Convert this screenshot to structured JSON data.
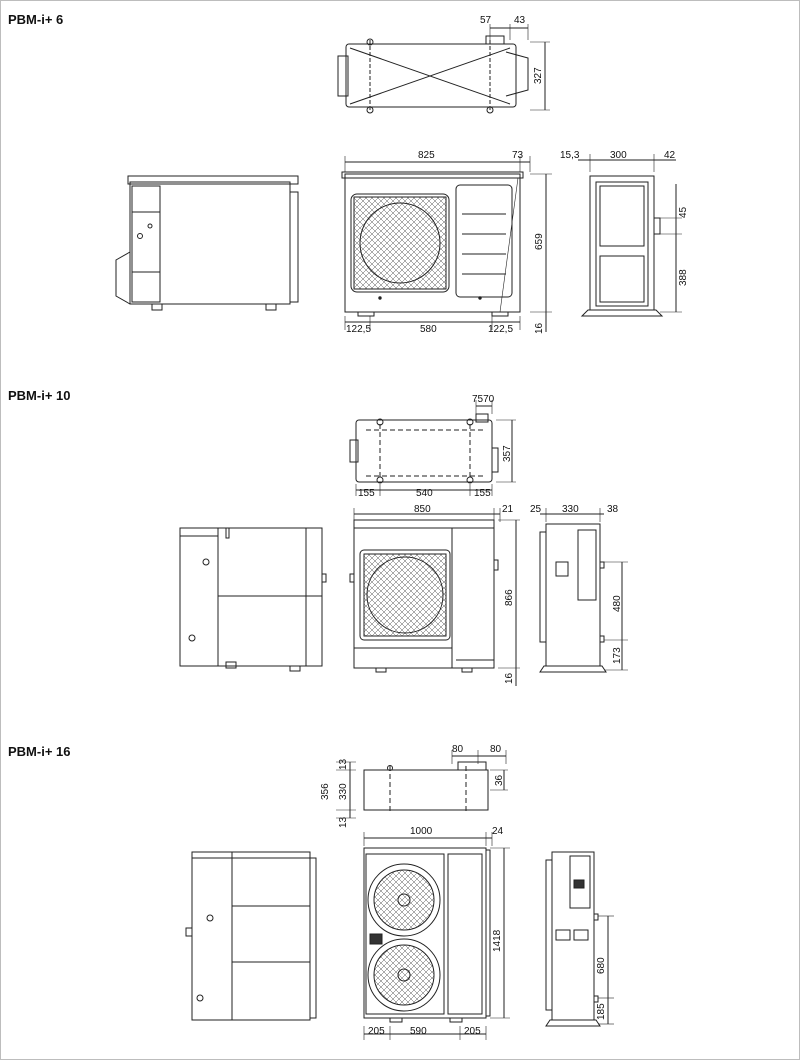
{
  "sections": [
    {
      "title": "PBM-i+ 6"
    },
    {
      "title": "PBM-i+ 10"
    },
    {
      "title": "PBM-i+ 16"
    }
  ],
  "dims": {
    "s1": {
      "top_57": "57",
      "top_43": "43",
      "top_depth": "327",
      "front_width": "825",
      "front_73": "73",
      "front_height": "659",
      "front_bl": "122,5",
      "front_mid": "580",
      "front_br": "122,5",
      "front_foot": "16",
      "side_153": "15,3",
      "side_300": "300",
      "side_42": "42",
      "side_45": "45",
      "side_388": "388"
    },
    "s2": {
      "top_7570": "7570",
      "top_depth": "357",
      "top_l": "155",
      "top_mid": "540",
      "top_r": "155",
      "front_width": "850",
      "front_21": "21",
      "front_height": "866",
      "front_foot": "16",
      "side_25": "25",
      "side_330": "330",
      "side_38": "38",
      "side_480": "480",
      "side_173": "173"
    },
    "s3": {
      "top_80a": "80",
      "top_80b": "80",
      "top_13a": "13",
      "top_356": "356",
      "top_330": "330",
      "top_13b": "13",
      "top_36": "36",
      "front_width": "1000",
      "front_24": "24",
      "front_height": "1418",
      "front_bl": "205",
      "front_mid": "590",
      "front_br": "205",
      "side_680": "680",
      "side_185": "185"
    }
  }
}
